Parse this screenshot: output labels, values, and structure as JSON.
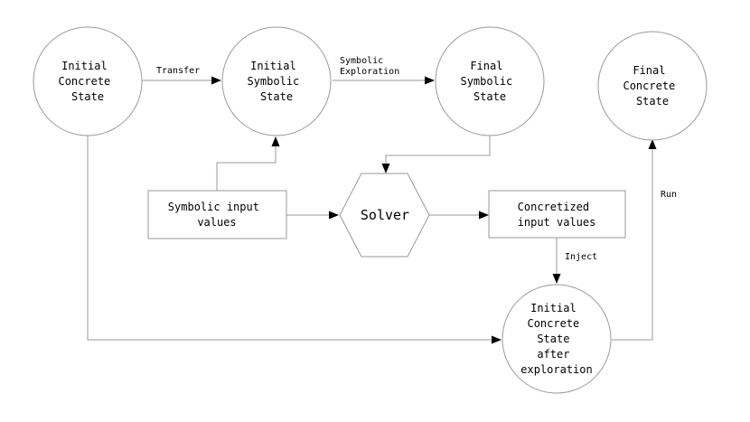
{
  "nodes": {
    "initial_concrete_state": {
      "lines": [
        "Initial",
        "Concrete",
        "State"
      ]
    },
    "initial_symbolic_state": {
      "lines": [
        "Initial",
        "Symbolic",
        "State"
      ]
    },
    "final_symbolic_state": {
      "lines": [
        "Final",
        "Symbolic",
        "State"
      ]
    },
    "final_concrete_state": {
      "lines": [
        "Final",
        "Concrete",
        "State"
      ]
    },
    "symbolic_input_values": {
      "lines": [
        "Symbolic input",
        "values"
      ]
    },
    "solver": {
      "lines": [
        "Solver"
      ]
    },
    "concretized_input_values": {
      "lines": [
        "Concretized",
        "input values"
      ]
    },
    "initial_concrete_state_after_exploration": {
      "lines": [
        "Initial",
        "Concrete",
        "State",
        "after",
        "exploration"
      ]
    }
  },
  "edges": {
    "transfer": {
      "lines": [
        "Transfer"
      ]
    },
    "symbolic_exploration": {
      "lines": [
        "Symbolic",
        "Exploration"
      ]
    },
    "inject": {
      "lines": [
        "Inject"
      ]
    },
    "run": {
      "lines": [
        "Run"
      ]
    }
  },
  "colors": {
    "stroke": "#999999",
    "arrowhead": "#000000",
    "text": "#000000",
    "background": "#ffffff"
  }
}
